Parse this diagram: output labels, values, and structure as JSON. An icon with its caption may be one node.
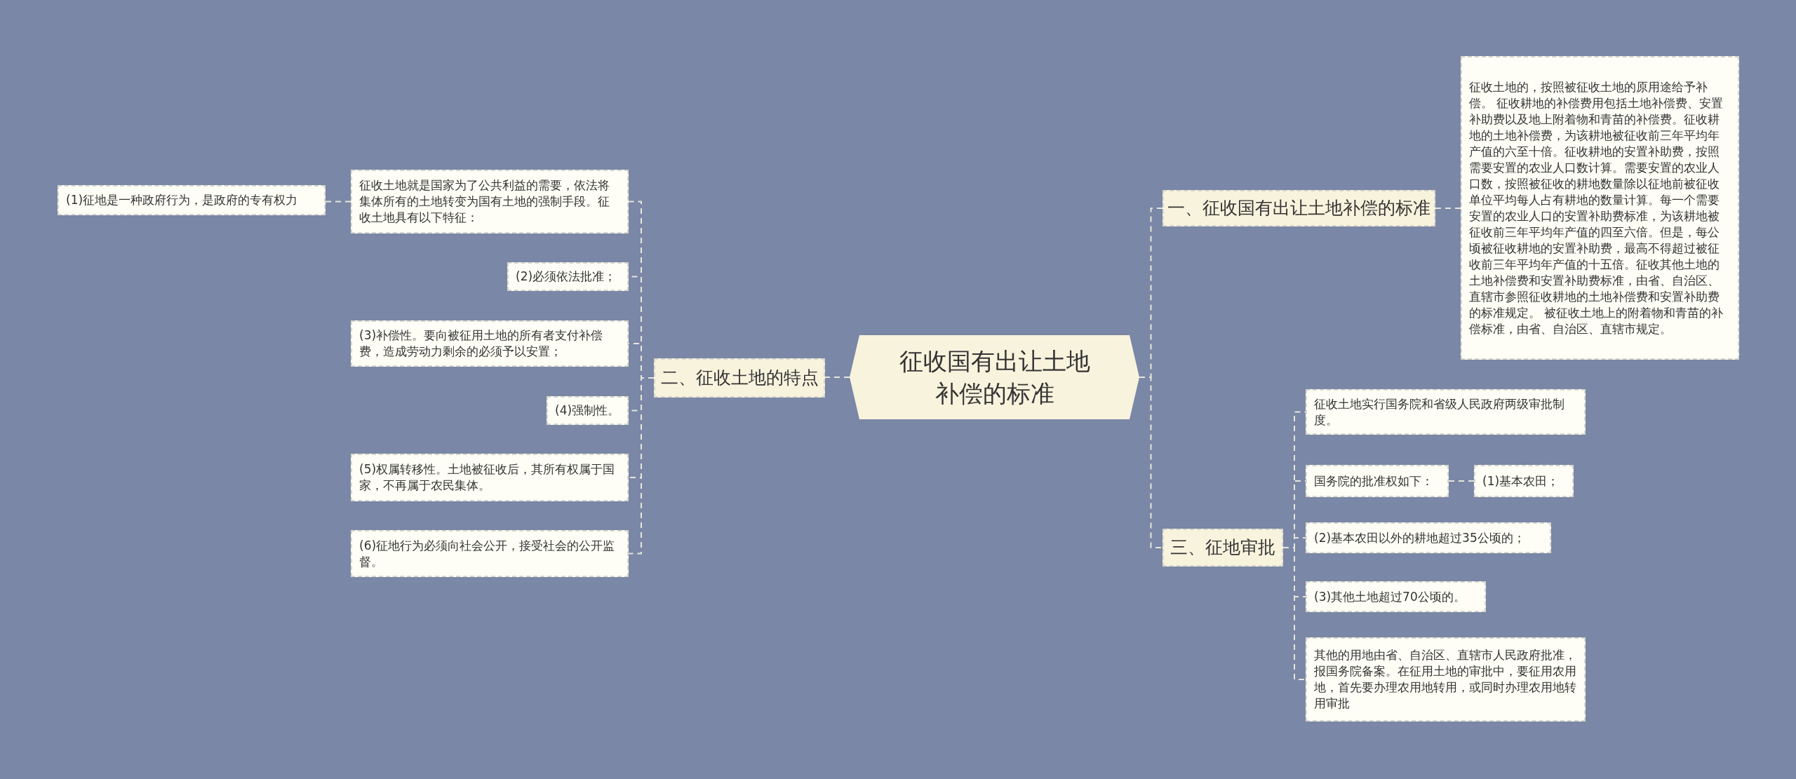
{
  "diagram": {
    "nodes": [
      {
        "text": [
          "征收国有出让土地补偿的标准"
        ]
      },
      {
        "text": [
          "一、征收国有出让土地补偿的标准"
        ]
      },
      {
        "text": [
          "征收土地的，按照被征收土地的原用途给予补偿。 征收耕地的补偿费用包括土地补偿费、安置补助费以及地上附着物和青苗的补偿费。征收耕地的土地补偿费，为该耕地被征收前三年平均年产值的六至十倍。征收耕地的安置补助费，按照需要安置的农业人口数计算。需要安置的农业人口数，按照被征收的耕地数量除以征地前被征收单位平均每人占有耕地的数量计算。每一个需要安置的农业人口的安置补助费标准，为该耕地被征收前三年平均年产值的四至六倍。但是，每公顷被征收耕地的安置补助费，最高不得超过被征收前三年平均年产值的十五倍。征收其他土地的土地补偿费和安置补助费标准，由省、自治区、直辖市参照征收耕地的土地补偿费和安置补助费的标准规定。 被征收土地上的附着物和青苗的补偿标准，由省、自治区、直辖市规定。"
        ]
      },
      {
        "text": [
          "二、征收土地的特点"
        ]
      },
      {
        "text": [
          "征收土地就是国家为了公共利益的需要，依法将集体所有的土地转变为国有土地的强制手段。征收土地具有以下特征："
        ]
      },
      {
        "text": [
          "(1)征地是一种政府行为，是政府的专有权力"
        ]
      },
      {
        "text": [
          "(2)必须依法批准；"
        ]
      },
      {
        "text": [
          "(3)补偿性。要向被征用土地的所有者支付补偿费，造成劳动力剩余的必须予以安置；"
        ]
      },
      {
        "text": [
          "(4)强制性。"
        ]
      },
      {
        "text": [
          "(5)权属转移性。土地被征收后，其所有权属于国家，不再属于农民集体。"
        ]
      },
      {
        "text": [
          "(6)征地行为必须向社会公开，接受社会的公开监督。"
        ]
      },
      {
        "text": [
          "三、征地审批"
        ]
      },
      {
        "text": [
          "征收土地实行国务院和省级人民政府两级审批制度。"
        ]
      },
      {
        "text": [
          "国务院的批准权如下："
        ]
      },
      {
        "text": [
          "(1)基本农田；"
        ]
      },
      {
        "text": [
          "(2)基本农田以外的耕地超过35公顷的；"
        ]
      },
      {
        "text": [
          "(3)其他土地超过70公顷的。"
        ]
      },
      {
        "text": [
          "其他的用地由省、自治区、直辖市人民政府批准，报国务院备案。在征用土地的审批中，要征用农用地，首先要办理农用地转用，或同时办理农用地转用审批"
        ]
      }
    ],
    "edges": [
      {
        "from": 0,
        "to": 1,
        "arrow": "none",
        "style": "dashed"
      },
      {
        "from": 1,
        "to": 2,
        "arrow": "none",
        "style": "dashed"
      },
      {
        "from": 0,
        "to": 3,
        "arrow": "none",
        "style": "dashed"
      },
      {
        "from": 3,
        "to": 4,
        "arrow": "none",
        "style": "dashed"
      },
      {
        "from": 4,
        "to": 5,
        "arrow": "none",
        "style": "dashed"
      },
      {
        "from": 3,
        "to": 6,
        "arrow": "none",
        "style": "dashed"
      },
      {
        "from": 3,
        "to": 7,
        "arrow": "none",
        "style": "dashed"
      },
      {
        "from": 3,
        "to": 8,
        "arrow": "none",
        "style": "dashed"
      },
      {
        "from": 3,
        "to": 9,
        "arrow": "none",
        "style": "dashed"
      },
      {
        "from": 3,
        "to": 10,
        "arrow": "none",
        "style": "dashed"
      },
      {
        "from": 0,
        "to": 11,
        "arrow": "none",
        "style": "dashed"
      },
      {
        "from": 11,
        "to": 12,
        "arrow": "none",
        "style": "dashed"
      },
      {
        "from": 11,
        "to": 13,
        "arrow": "none",
        "style": "dashed"
      },
      {
        "from": 13,
        "to": 14,
        "arrow": "none",
        "style": "dashed"
      },
      {
        "from": 11,
        "to": 15,
        "arrow": "none",
        "style": "dashed"
      },
      {
        "from": 11,
        "to": 16,
        "arrow": "none",
        "style": "dashed"
      },
      {
        "from": 11,
        "to": 17,
        "arrow": "none",
        "style": "dashed"
      }
    ]
  }
}
